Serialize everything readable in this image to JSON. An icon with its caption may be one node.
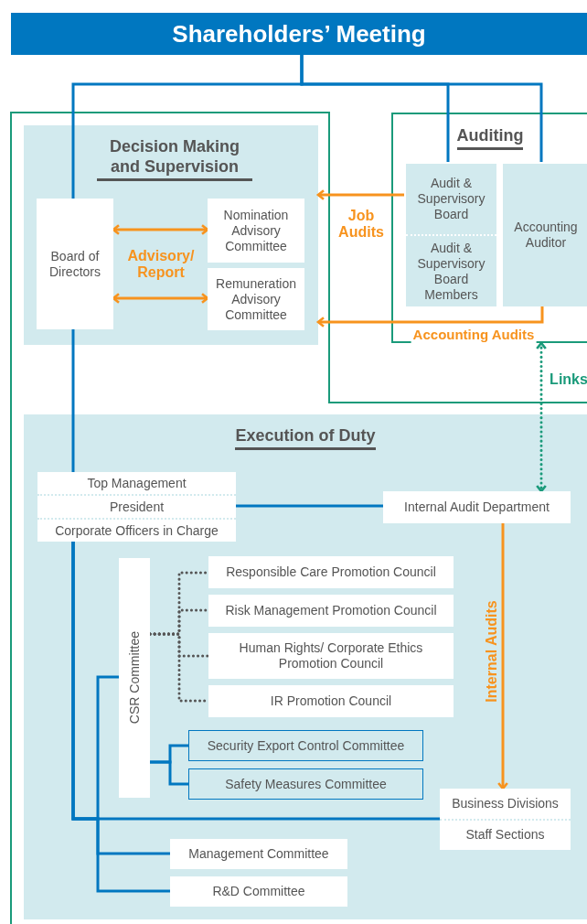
{
  "diagram": {
    "nodes": [
      {
        "text": [
          "Shareholders’ Meeting"
        ]
      },
      {
        "text": [
          "Decision Making and Supervision"
        ]
      },
      {
        "text": [
          "Board of Directors"
        ],
        "in": 1
      },
      {
        "text": [
          "Nomination Advisory Committee"
        ],
        "in": 1
      },
      {
        "text": [
          "Remuneration Advisory Committee"
        ],
        "in": 1
      },
      {
        "text": [
          "Auditing"
        ]
      },
      {
        "text": [
          "Audit & Supervisory Board",
          "Audit & Supervisory Board Members"
        ],
        "in": 5
      },
      {
        "text": [
          "Accounting Auditor"
        ],
        "in": 5
      },
      {
        "text": [
          "Execution of Duty"
        ]
      },
      {
        "text": [
          "Top Management",
          "President",
          "Corporate Officers in Charge"
        ],
        "in": 8
      },
      {
        "text": [
          "Internal Audit Department"
        ],
        "in": 8
      },
      {
        "text": [
          "CSR Committee"
        ],
        "in": 8
      },
      {
        "text": [
          "Responsible Care Promotion Council"
        ],
        "in": 8
      },
      {
        "text": [
          "Risk Management Promotion Council"
        ],
        "in": 8
      },
      {
        "text": [
          "Human Rights/ Corporate Ethics Promotion Council"
        ],
        "in": 8
      },
      {
        "text": [
          "IR Promotion Council"
        ],
        "in": 8
      },
      {
        "text": [
          "Security Export Control Committee"
        ],
        "in": 8
      },
      {
        "text": [
          "Safety Measures Committee"
        ],
        "in": 8
      },
      {
        "text": [
          "Business Divisions",
          "Staff Sections"
        ],
        "in": 8
      },
      {
        "text": [
          "Management Committee"
        ],
        "in": 8
      },
      {
        "text": [
          "R&D Committee"
        ],
        "in": 8
      }
    ],
    "edges": [
      {
        "from": 0,
        "to": 2,
        "arrow": "none"
      },
      {
        "from": 0,
        "to": 6,
        "arrow": "none"
      },
      {
        "from": 0,
        "to": 7,
        "arrow": "none"
      },
      {
        "from": 2,
        "to": 3,
        "arrow": "both",
        "label": "Advisory/ Report",
        "color": "#f7931e"
      },
      {
        "from": 2,
        "to": 4,
        "arrow": "both",
        "color": "#f7931e"
      },
      {
        "from": 6,
        "to": 1,
        "arrow": "to",
        "label": "Job Audits",
        "color": "#f7931e"
      },
      {
        "from": 7,
        "to": 1,
        "arrow": "to",
        "label": "Accounting Audits",
        "color": "#f7931e"
      },
      {
        "from": 5,
        "to": 10,
        "arrow": "both",
        "label": "Links",
        "style": "dashed",
        "color": "#1a9a7a"
      },
      {
        "from": 2,
        "to": 9,
        "arrow": "none"
      },
      {
        "from": 9,
        "to": 10,
        "arrow": "none"
      },
      {
        "from": 10,
        "to": 18,
        "arrow": "to",
        "label": "Internal Audits",
        "color": "#f7931e"
      },
      {
        "from": 9,
        "to": 11,
        "arrow": "none"
      },
      {
        "from": 11,
        "to": 12,
        "arrow": "none",
        "style": "dashed",
        "color": "#555555"
      },
      {
        "from": 11,
        "to": 13,
        "arrow": "none",
        "style": "dashed",
        "color": "#555555"
      },
      {
        "from": 11,
        "to": 14,
        "arrow": "none",
        "style": "dashed",
        "color": "#555555"
      },
      {
        "from": 11,
        "to": 15,
        "arrow": "none",
        "style": "dashed",
        "color": "#555555"
      },
      {
        "from": 11,
        "to": 16,
        "arrow": "none"
      },
      {
        "from": 11,
        "to": 17,
        "arrow": "none"
      },
      {
        "from": 9,
        "to": 18,
        "arrow": "none"
      },
      {
        "from": 9,
        "to": 19,
        "arrow": "none"
      },
      {
        "from": 9,
        "to": 20,
        "arrow": "none"
      }
    ]
  }
}
